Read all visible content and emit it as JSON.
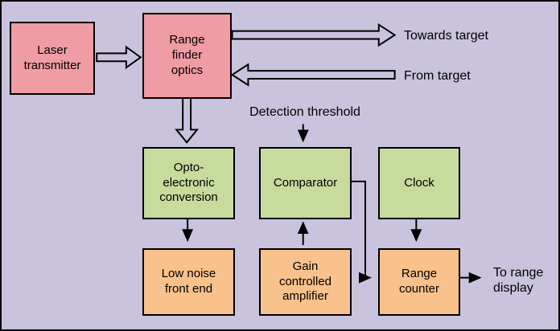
{
  "diagram": {
    "colors": {
      "background": "#cac3dd",
      "pink_block": "#f09ca4",
      "green_block": "#c6db9c",
      "orange_block": "#f9c18b",
      "line": "#000000"
    },
    "blocks": [
      {
        "id": "laser-transmitter",
        "label": "Laser\ntransmitter",
        "color": "#f09ca4"
      },
      {
        "id": "range-finder-optics",
        "label": "Range\nfinder\noptics",
        "color": "#f09ca4"
      },
      {
        "id": "opto-electronic-conversion",
        "label": "Opto-\nelectronic\nconversion",
        "color": "#c6db9c"
      },
      {
        "id": "comparator",
        "label": "Comparator",
        "color": "#c6db9c"
      },
      {
        "id": "clock",
        "label": "Clock",
        "color": "#c6db9c"
      },
      {
        "id": "low-noise-front-end",
        "label": "Low noise\nfront end",
        "color": "#f9c18b"
      },
      {
        "id": "gain-controlled-amplifier",
        "label": "Gain\ncontrolled\namplifier",
        "color": "#f9c18b"
      },
      {
        "id": "range-counter",
        "label": "Range\ncounter",
        "color": "#f9c18b"
      }
    ],
    "labels": {
      "towards_target": "Towards target",
      "from_target": "From target",
      "detection_threshold": "Detection threshold",
      "to_range_display": "To range\ndisplay"
    }
  }
}
